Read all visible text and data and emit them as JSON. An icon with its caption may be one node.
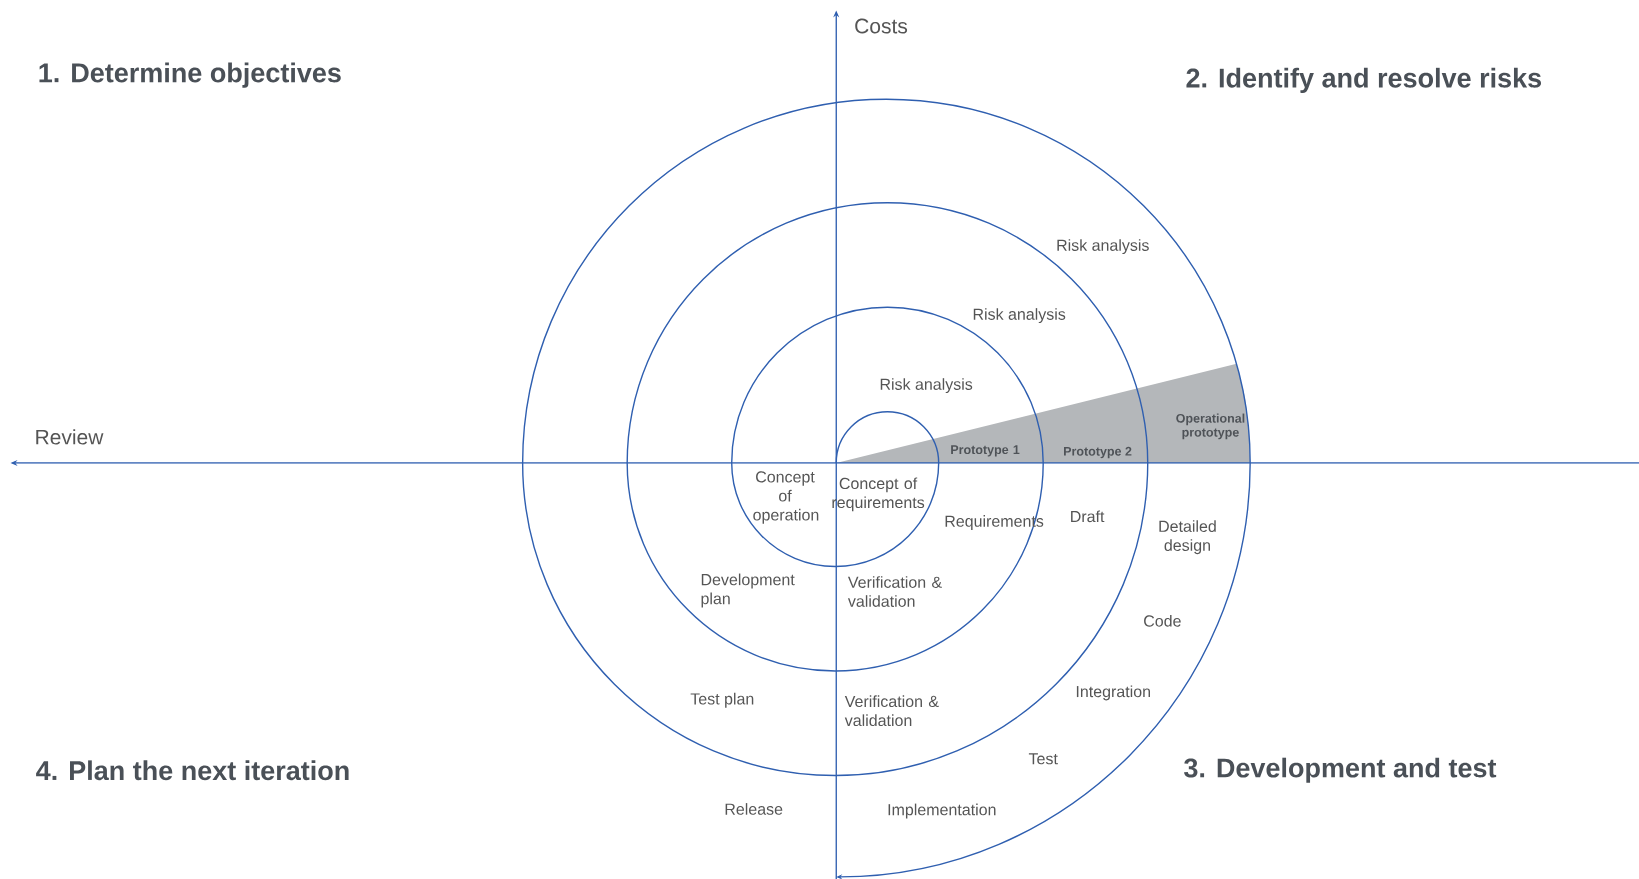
{
  "diagram": {
    "labels": [
      "Costs",
      "1. Determine objectives",
      "2. Identify and resolve risks",
      "Risk analysis",
      "Risk analysis",
      "Risk analysis",
      "Operational prototype",
      "Review",
      "Prototype 1",
      "Prototype 2",
      "Concept of operation",
      "Concept of requirements",
      "Requirements",
      "Draft",
      "Detailed design",
      "Development plan",
      "Verification & validation",
      "Code",
      "Integration",
      "Test plan",
      "Verification & validation",
      "Test",
      "4. Plan the next iteration",
      "3. Development and test",
      "Release",
      "Implementation"
    ]
  }
}
